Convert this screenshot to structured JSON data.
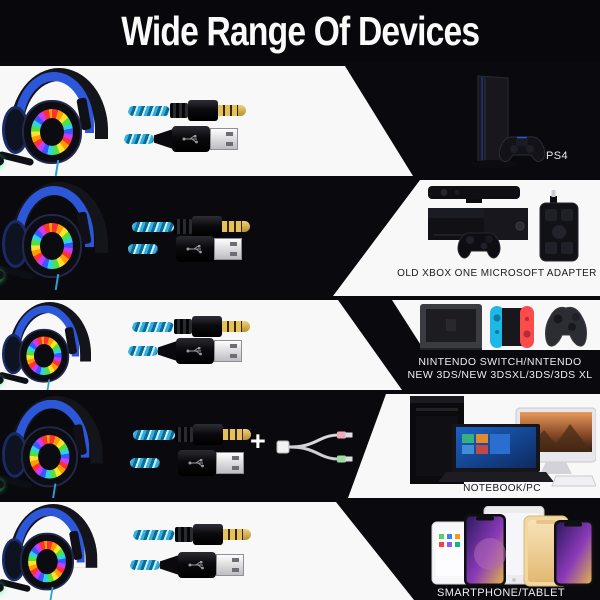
{
  "header": {
    "title": "Wide Range Of Devices"
  },
  "rows": [
    {
      "label": "PS4",
      "images": [
        "gaming-headset",
        "aux-3.5mm-jack-cable",
        "usb-cable",
        "ps4-console",
        "dualshock-controller"
      ]
    },
    {
      "label": "OLD XBOX ONE MICROSOFT ADAPTER",
      "images": [
        "gaming-headset",
        "aux-3.5mm-jack-cable",
        "usb-cable",
        "kinect-sensor",
        "xbox-one-console",
        "xbox-controller",
        "microsoft-stereo-adapter"
      ]
    },
    {
      "label_line1": "NINTENDO SWITCH/NNTENDO",
      "label_line2": "NEW 3DS/NEW 3DSXL/3DS/3DS XL",
      "images": [
        "gaming-headset",
        "aux-3.5mm-jack-cable",
        "usb-cable",
        "switch-dock",
        "joy-con-grip",
        "pro-controller"
      ]
    },
    {
      "label": "NOTEBOOK/PC",
      "plus_sign": "+",
      "images": [
        "gaming-headset",
        "aux-3.5mm-jack-cable",
        "usb-cable",
        "y-splitter-adapter",
        "pc-tower",
        "laptop",
        "imac",
        "keyboard"
      ]
    },
    {
      "label": "SMARTPHONE/TABLET",
      "images": [
        "gaming-headset",
        "aux-3.5mm-jack-cable",
        "usb-cable",
        "ipad",
        "iphones"
      ]
    }
  ],
  "colors": {
    "background": "#0a0a0e",
    "panel_white": "#f8f8f8",
    "title_text": "#ffffff",
    "cable_blue": "#35aede",
    "gold_tip": "#e6c05a",
    "headband_blue": "#2b57d8",
    "mic_glow_green": "#3cff8c",
    "joycon_blue": "#1db8e8",
    "joycon_red": "#fb4b4b",
    "splitter_pink": "#f0a8bc",
    "splitter_green": "#9fd9a6"
  }
}
